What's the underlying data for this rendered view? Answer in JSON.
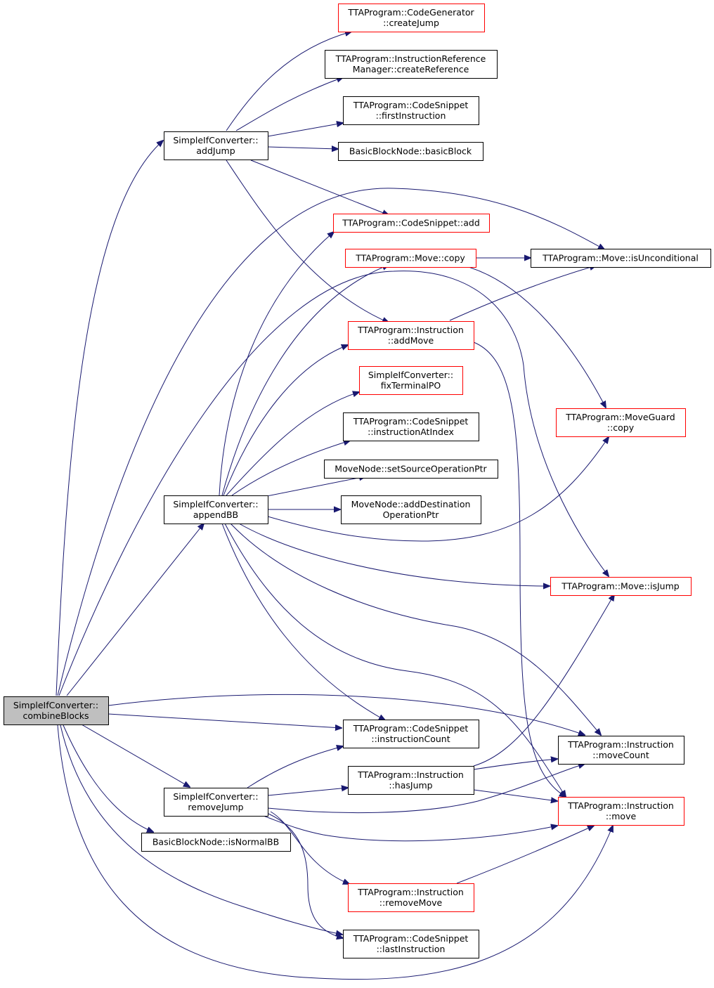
{
  "colors": {
    "edge": "#191970",
    "border_normal": "#000000",
    "border_undocumented": "#ff0000",
    "root_fill": "#bfbfbf"
  },
  "nodes": {
    "combineBlocks": {
      "lines": [
        "SimpleIfConverter::",
        "combineBlocks"
      ]
    },
    "addJump": {
      "lines": [
        "SimpleIfConverter::",
        "addJump"
      ]
    },
    "appendBB": {
      "lines": [
        "SimpleIfConverter::",
        "appendBB"
      ]
    },
    "removeJump": {
      "lines": [
        "SimpleIfConverter::",
        "removeJump"
      ]
    },
    "isNormalBB": {
      "lines": [
        "BasicBlockNode::isNormalBB"
      ]
    },
    "createJump": {
      "lines": [
        "TTAProgram::CodeGenerator",
        "::createJump"
      ]
    },
    "createReference": {
      "lines": [
        "TTAProgram::InstructionReference",
        "Manager::createReference"
      ]
    },
    "firstInstruction": {
      "lines": [
        "TTAProgram::CodeSnippet",
        "::firstInstruction"
      ]
    },
    "basicBlock": {
      "lines": [
        "BasicBlockNode::basicBlock"
      ]
    },
    "snippetAdd": {
      "lines": [
        "TTAProgram::CodeSnippet::add"
      ]
    },
    "moveCopy": {
      "lines": [
        "TTAProgram::Move::copy"
      ]
    },
    "isUnconditional": {
      "lines": [
        "TTAProgram::Move::isUnconditional"
      ]
    },
    "addMove": {
      "lines": [
        "TTAProgram::Instruction",
        "::addMove"
      ]
    },
    "fixTerminalPO": {
      "lines": [
        "SimpleIfConverter::",
        "fixTerminalPO"
      ]
    },
    "instructionAtIndex": {
      "lines": [
        "TTAProgram::CodeSnippet",
        "::instructionAtIndex"
      ]
    },
    "moveGuardCopy": {
      "lines": [
        "TTAProgram::MoveGuard",
        "::copy"
      ]
    },
    "setSourceOperationPtr": {
      "lines": [
        "MoveNode::setSourceOperationPtr"
      ]
    },
    "addDestOperationPtr": {
      "lines": [
        "MoveNode::addDestination",
        "OperationPtr"
      ]
    },
    "isJump": {
      "lines": [
        "TTAProgram::Move::isJump"
      ]
    },
    "instructionCount": {
      "lines": [
        "TTAProgram::CodeSnippet",
        "::instructionCount"
      ]
    },
    "moveCount": {
      "lines": [
        "TTAProgram::Instruction",
        "::moveCount"
      ]
    },
    "hasJump": {
      "lines": [
        "TTAProgram::Instruction",
        "::hasJump"
      ]
    },
    "instrMove": {
      "lines": [
        "TTAProgram::Instruction",
        "::move"
      ]
    },
    "removeMove": {
      "lines": [
        "TTAProgram::Instruction",
        "::removeMove"
      ]
    },
    "lastInstruction": {
      "lines": [
        "TTAProgram::CodeSnippet",
        "::lastInstruction"
      ]
    }
  }
}
